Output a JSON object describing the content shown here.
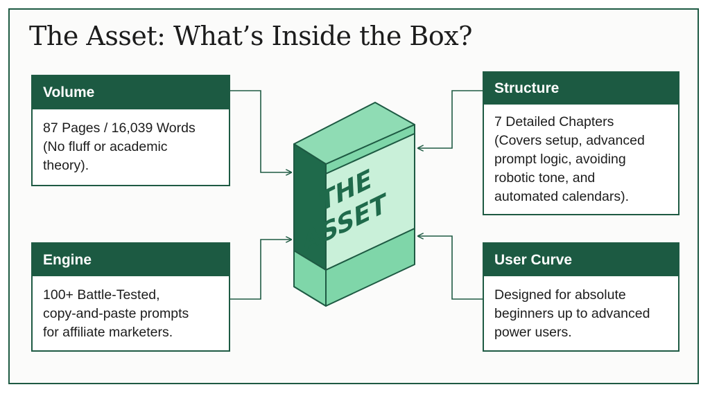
{
  "title": "The Asset: What’s Inside the Box?",
  "center": {
    "label_line1": "THE",
    "label_line2": "ASSET"
  },
  "cards": {
    "volume": {
      "heading": "Volume",
      "lines": [
        "87 Pages / 16,039 Words",
        "(No fluff or academic",
        "theory)."
      ]
    },
    "structure": {
      "heading": "Structure",
      "lines": [
        "7 Detailed Chapters",
        "(Covers setup, advanced",
        "prompt logic, avoiding",
        "robotic tone, and",
        "automated calendars)."
      ]
    },
    "engine": {
      "heading": "Engine",
      "lines": [
        "100+ Battle-Tested,",
        "copy-and-paste prompts",
        "for affiliate marketers."
      ]
    },
    "user_curve": {
      "heading": "User Curve",
      "lines": [
        "Designed for absolute",
        "beginners up to advanced",
        "power users."
      ]
    }
  },
  "colors": {
    "dark_green": "#1c5a42",
    "box_light": "#7fd6a9",
    "box_pale": "#c9f0d9",
    "box_dark": "#1f6a4b",
    "border": "#1e5a43"
  }
}
